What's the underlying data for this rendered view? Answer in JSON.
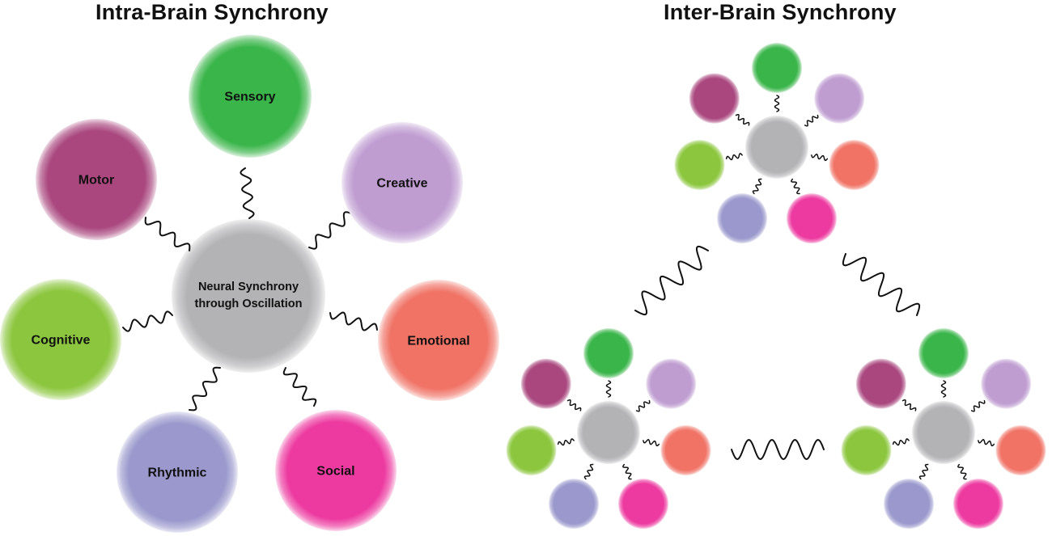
{
  "titles": {
    "intra": "Intra-Brain Synchrony",
    "inter": "Inter-Brain Synchrony"
  },
  "intra": {
    "center": {
      "lines": [
        "Neural Synchrony",
        "through Oscillation"
      ],
      "color": "#b3b2b5"
    },
    "nodes": [
      {
        "id": "sensory",
        "label": "Sensory",
        "color": "#3ab54a"
      },
      {
        "id": "creative",
        "label": "Creative",
        "color": "#bf9dd1"
      },
      {
        "id": "emotional",
        "label": "Emotional",
        "color": "#f07366"
      },
      {
        "id": "social",
        "label": "Social",
        "color": "#ec3aa0"
      },
      {
        "id": "rhythmic",
        "label": "Rhythmic",
        "color": "#9a98cc"
      },
      {
        "id": "cognitive",
        "label": "Cognitive",
        "color": "#8cc63e"
      },
      {
        "id": "motor",
        "label": "Motor",
        "color": "#a9477e"
      }
    ]
  },
  "inter": {
    "brains": [
      {
        "id": "brain-top"
      },
      {
        "id": "brain-bottom-left"
      },
      {
        "id": "brain-bottom-right"
      }
    ],
    "connections": [
      {
        "id": "top-to-bottom-left"
      },
      {
        "id": "top-to-bottom-right"
      },
      {
        "id": "bottom-left-to-bottom-right"
      }
    ]
  }
}
